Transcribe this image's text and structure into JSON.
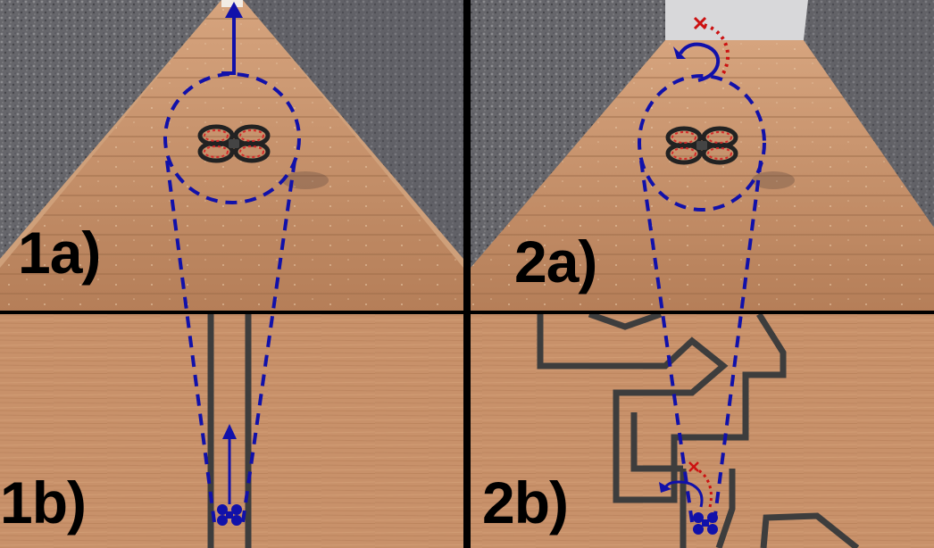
{
  "labels": {
    "panel_1a": "1a)",
    "panel_1b": "1b)",
    "panel_2a": "2a)",
    "panel_2b": "2b)"
  },
  "colors": {
    "wall": "#6f6f73",
    "wall_dark": "#4d4d52",
    "floor_wood": "#c9956c",
    "floor_wood_dark": "#a87553",
    "map_bg": "#c8916a",
    "maze_line": "#3d3d3d",
    "blue": "#1111aa",
    "red": "#cc1111",
    "divider": "#000000"
  }
}
